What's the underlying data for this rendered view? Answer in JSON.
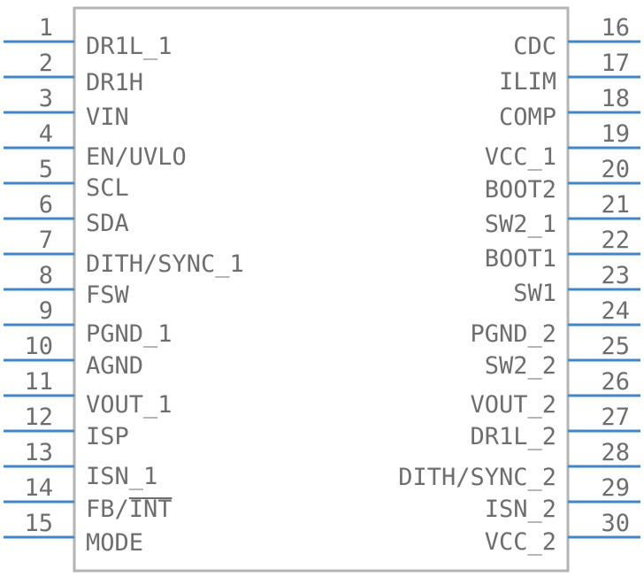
{
  "component": {
    "left_pins": [
      {
        "number": "1",
        "label": "DR1L_1"
      },
      {
        "number": "2",
        "label": "DR1H"
      },
      {
        "number": "3",
        "label": "VIN"
      },
      {
        "number": "4",
        "label": "EN/UVLO"
      },
      {
        "number": "5",
        "label": "SCL"
      },
      {
        "number": "6",
        "label": "SDA"
      },
      {
        "number": "7",
        "label": "DITH/SYNC_1"
      },
      {
        "number": "8",
        "label": "FSW"
      },
      {
        "number": "9",
        "label": "PGND_1"
      },
      {
        "number": "10",
        "label": "AGND"
      },
      {
        "number": "11",
        "label": "VOUT_1"
      },
      {
        "number": "12",
        "label": "ISP"
      },
      {
        "number": "13",
        "label": "ISN_1"
      },
      {
        "number": "14",
        "label": "FB/INT",
        "overbar": "INT"
      },
      {
        "number": "15",
        "label": "MODE"
      }
    ],
    "right_pins": [
      {
        "number": "16",
        "label": "CDC"
      },
      {
        "number": "17",
        "label": "ILIM"
      },
      {
        "number": "18",
        "label": "COMP"
      },
      {
        "number": "19",
        "label": "VCC_1"
      },
      {
        "number": "20",
        "label": "BOOT2"
      },
      {
        "number": "21",
        "label": "SW2_1"
      },
      {
        "number": "22",
        "label": "BOOT1"
      },
      {
        "number": "23",
        "label": "SW1"
      },
      {
        "number": "24",
        "label": "PGND_2"
      },
      {
        "number": "25",
        "label": "SW2_2"
      },
      {
        "number": "26",
        "label": "VOUT_2"
      },
      {
        "number": "27",
        "label": "DR1L_2"
      },
      {
        "number": "28",
        "label": "DITH/SYNC_2"
      },
      {
        "number": "29",
        "label": "ISN_2"
      },
      {
        "number": "30",
        "label": "VCC_2"
      }
    ]
  },
  "colors": {
    "pin_line": "#3f87c9",
    "body_outline": "#b4b4b4",
    "text": "#6e6e6e"
  }
}
